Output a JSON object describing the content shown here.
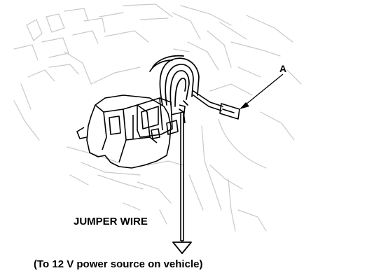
{
  "labels": {
    "callout_a": "A",
    "jumper_wire": "JUMPER WIRE",
    "power_note": "(To 12 V power source on vehicle)"
  },
  "colors": {
    "ink": "#000000",
    "background": "#ffffff",
    "faint_line": "#c9c9c9"
  }
}
